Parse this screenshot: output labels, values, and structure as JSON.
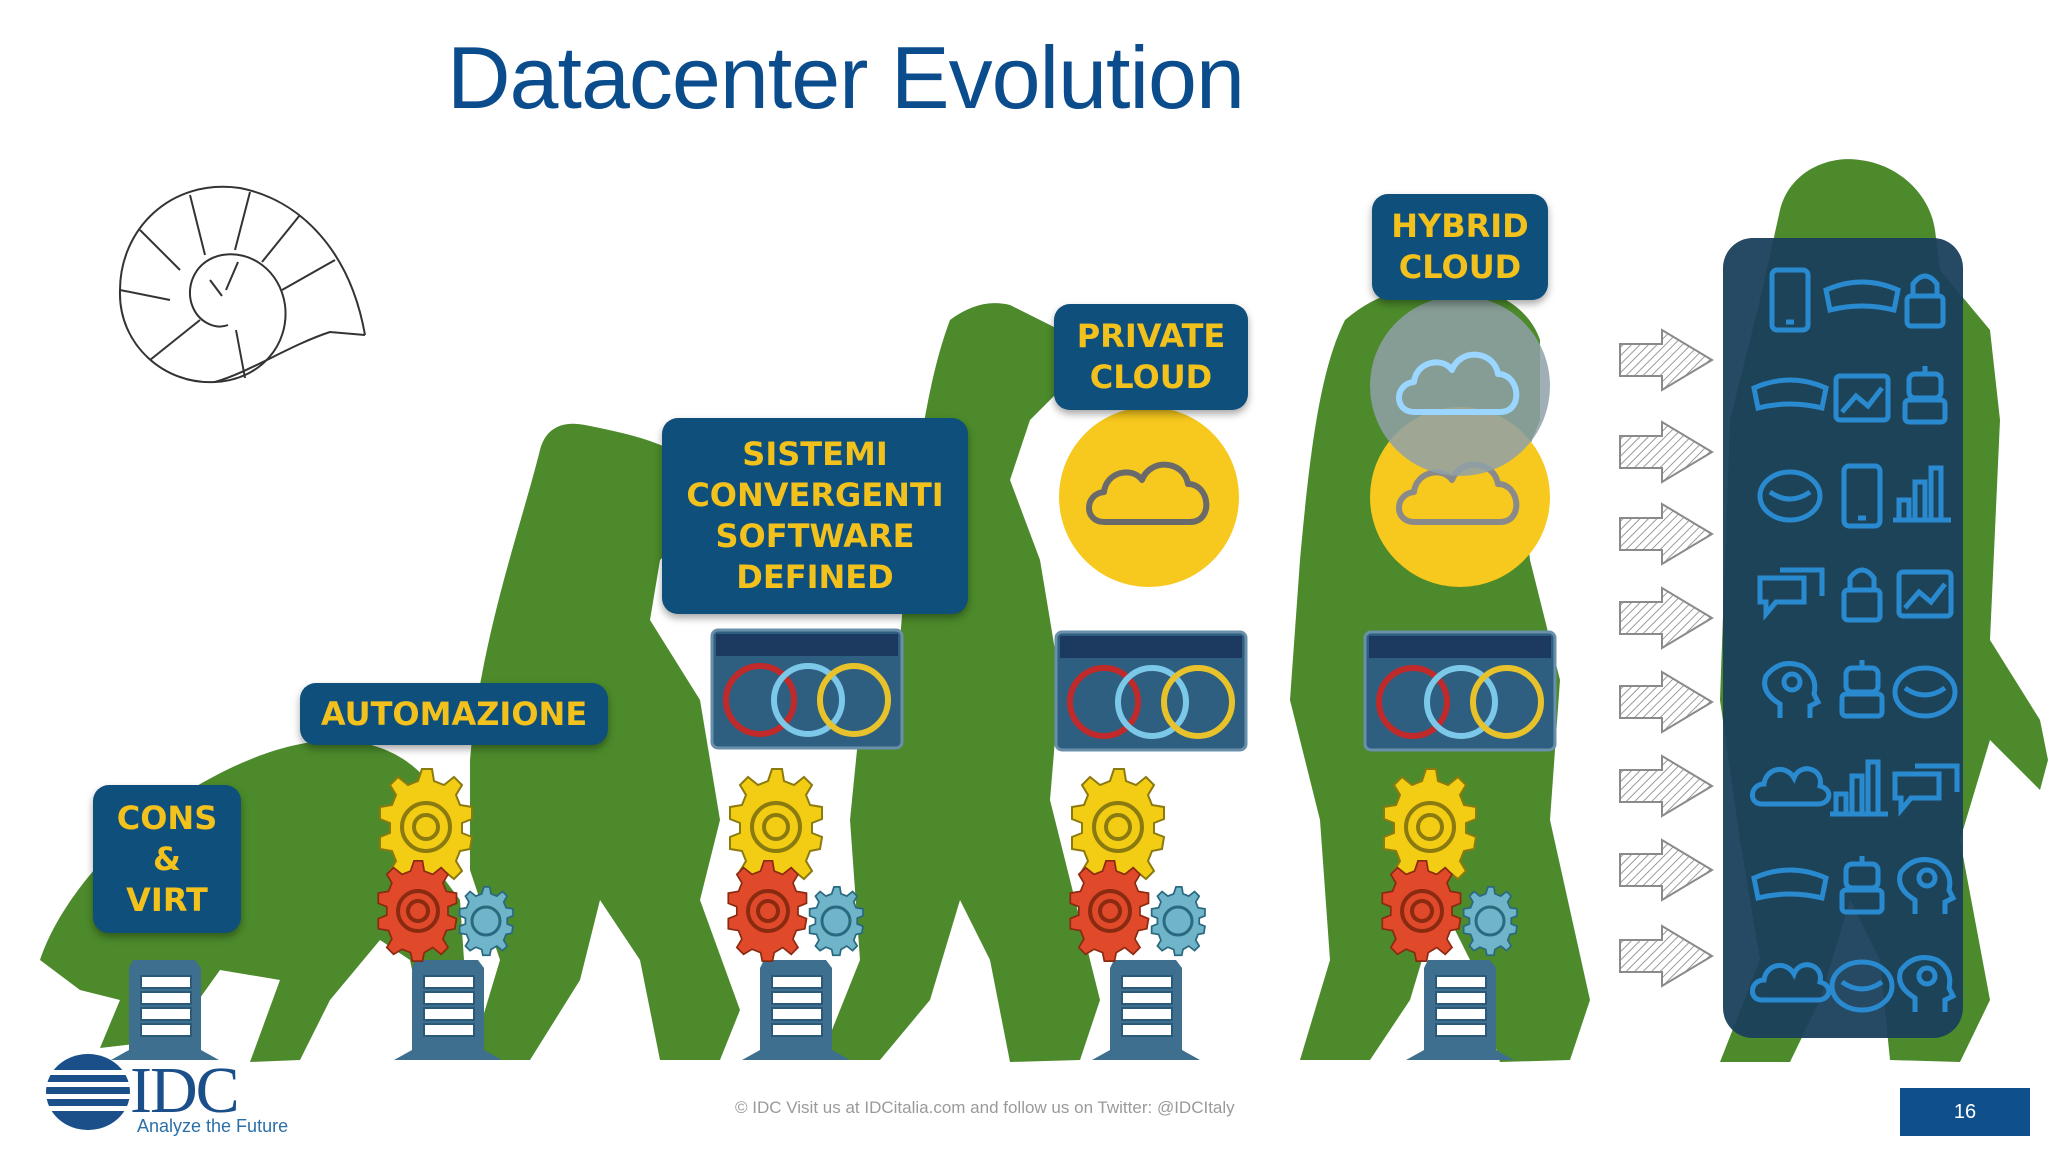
{
  "slide": {
    "title": "Datacenter Evolution",
    "page_number": "16",
    "footer_text": "© IDC   Visit us at IDCitalia.com and follow us on Twitter: @IDCItaly"
  },
  "logo": {
    "word": "IDC",
    "tagline": "Analyze the Future"
  },
  "stages": [
    {
      "label": "CONS\n&\nVIRT"
    },
    {
      "label": "AUTOMAZIONE"
    },
    {
      "label": "SISTEMI\nCONVERGENTI\nSOFTWARE\nDEFINED"
    },
    {
      "label": "PRIVATE\nCLOUD"
    },
    {
      "label": "HYBRID\nCLOUD"
    }
  ],
  "icon_panel": {
    "icons": [
      "tablet-icon",
      "vr-headset-icon",
      "padlock-icon",
      "vr-headset-icon",
      "photo-icon",
      "robot-icon",
      "brain-icon",
      "tablet-icon",
      "bar-chart-icon",
      "chat-icon",
      "padlock-icon",
      "photo-icon",
      "head-icon",
      "robot-icon",
      "brain-icon",
      "cloud-icon",
      "bar-chart-icon",
      "chat-icon",
      "vr-headset-icon",
      "robot-icon",
      "head-icon",
      "cloud-icon",
      "brain-icon",
      "head-icon"
    ]
  },
  "colors": {
    "silhouette": "#4c8a2b",
    "label_bg": "#0e4f7c",
    "label_text": "#f3c11c",
    "title": "#0b4d8c",
    "panel": "#1a3f5c",
    "panel_icons": "#2a8ad0",
    "cloud_yellow": "#f7c81e"
  }
}
